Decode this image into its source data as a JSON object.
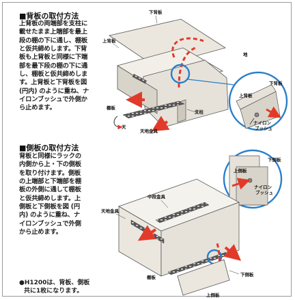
{
  "top_section": {
    "heading": "■背板の取付方法",
    "lines": [
      "上背板の両端部を支柱に",
      "載せたまま上端部を最上",
      "段の棚の下に通し、棚板",
      "と仮共締めします。下背",
      "板も上背板と同様に下端",
      "部を最下段の棚の下に通",
      "し、棚板と仮共締めしま",
      "す。上背板と下背板を図",
      "(円内) のように重ね、ナ",
      "イロンブッシュで外側か",
      "ら止めます。"
    ],
    "labels": {
      "shita_seiita": "下背板",
      "ue_seiita": "上背板",
      "chi": "地",
      "ten": "天",
      "tanaita": "棚板",
      "shichu": "支柱",
      "tenchi_kanagu": "天地金具",
      "detail_shita_seiita": "下背板",
      "detail_ue_seiita": "上背板",
      "detail_nylon": "ナイロン",
      "detail_bush": "ブッシュ"
    }
  },
  "bottom_section": {
    "heading": "■側板の取付方法",
    "lines": [
      "背板と同様にラックの",
      "内側から上・下の側板",
      "を取り付けます。側板",
      "の上端部と下端部を棚",
      "板の外側に通して棚板",
      "と仮共締めします。上",
      "側板と下側板を図 (円",
      "内) のように重ね、ナ",
      "イロンブッシュで外側",
      "から止めます。"
    ],
    "labels": {
      "detail_shita_sokuita": "下側板",
      "detail_ue_sokuita": "上側板",
      "detail_nylon": "ナイロン",
      "detail_bush": "ブッシュ",
      "nakama_kanagu": "中段金具",
      "tenchi_kanagu": "天地金具",
      "tanaita": "棚板",
      "shita_sokuita": "下側板",
      "ue_sokuita": "上側板"
    }
  },
  "note": {
    "lines": [
      "●H1200は、背板、側板",
      "共に1枚になります。"
    ]
  },
  "colors": {
    "arrow_red": "#e23a2a",
    "circle_blue": "#2a7ec8",
    "panel_fill": "#e6e2da",
    "frame_gray": "#9a9a9a"
  }
}
